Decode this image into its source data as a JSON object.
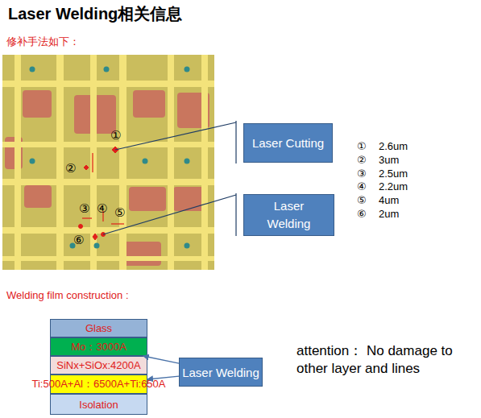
{
  "diagram": {
    "title": "Laser Welding相关信息",
    "nodes": [
      {
        "text": [
          "Laser Cutting"
        ]
      },
      {
        "text": [
          "Laser Welding"
        ]
      },
      {
        "text": [
          "Glass"
        ]
      },
      {
        "text": [
          "Mo：3000A"
        ]
      },
      {
        "text": [
          "SiNx+SiOx:4200A"
        ]
      },
      {
        "text": [
          "Ti:500A+Al：6500A+Ti:650A"
        ]
      },
      {
        "text": [
          "Isolation"
        ]
      },
      {
        "text": [
          "Laser Welding"
        ]
      }
    ],
    "edges": [
      {
        "from": 7,
        "to": 3,
        "arrow": "to"
      },
      {
        "from": 7,
        "to": 5,
        "arrow": "to"
      }
    ],
    "labels": [
      "修补手法如下：",
      "①",
      "②",
      "③",
      "④",
      "⑤",
      "⑥",
      "①",
      "2.6um",
      "②",
      "3um",
      "③",
      "2.5um",
      "④",
      "2.2um",
      "⑤",
      "4um",
      "⑥",
      "2um",
      "Welding film construction :",
      "attention： No damage to other layer and lines"
    ]
  }
}
